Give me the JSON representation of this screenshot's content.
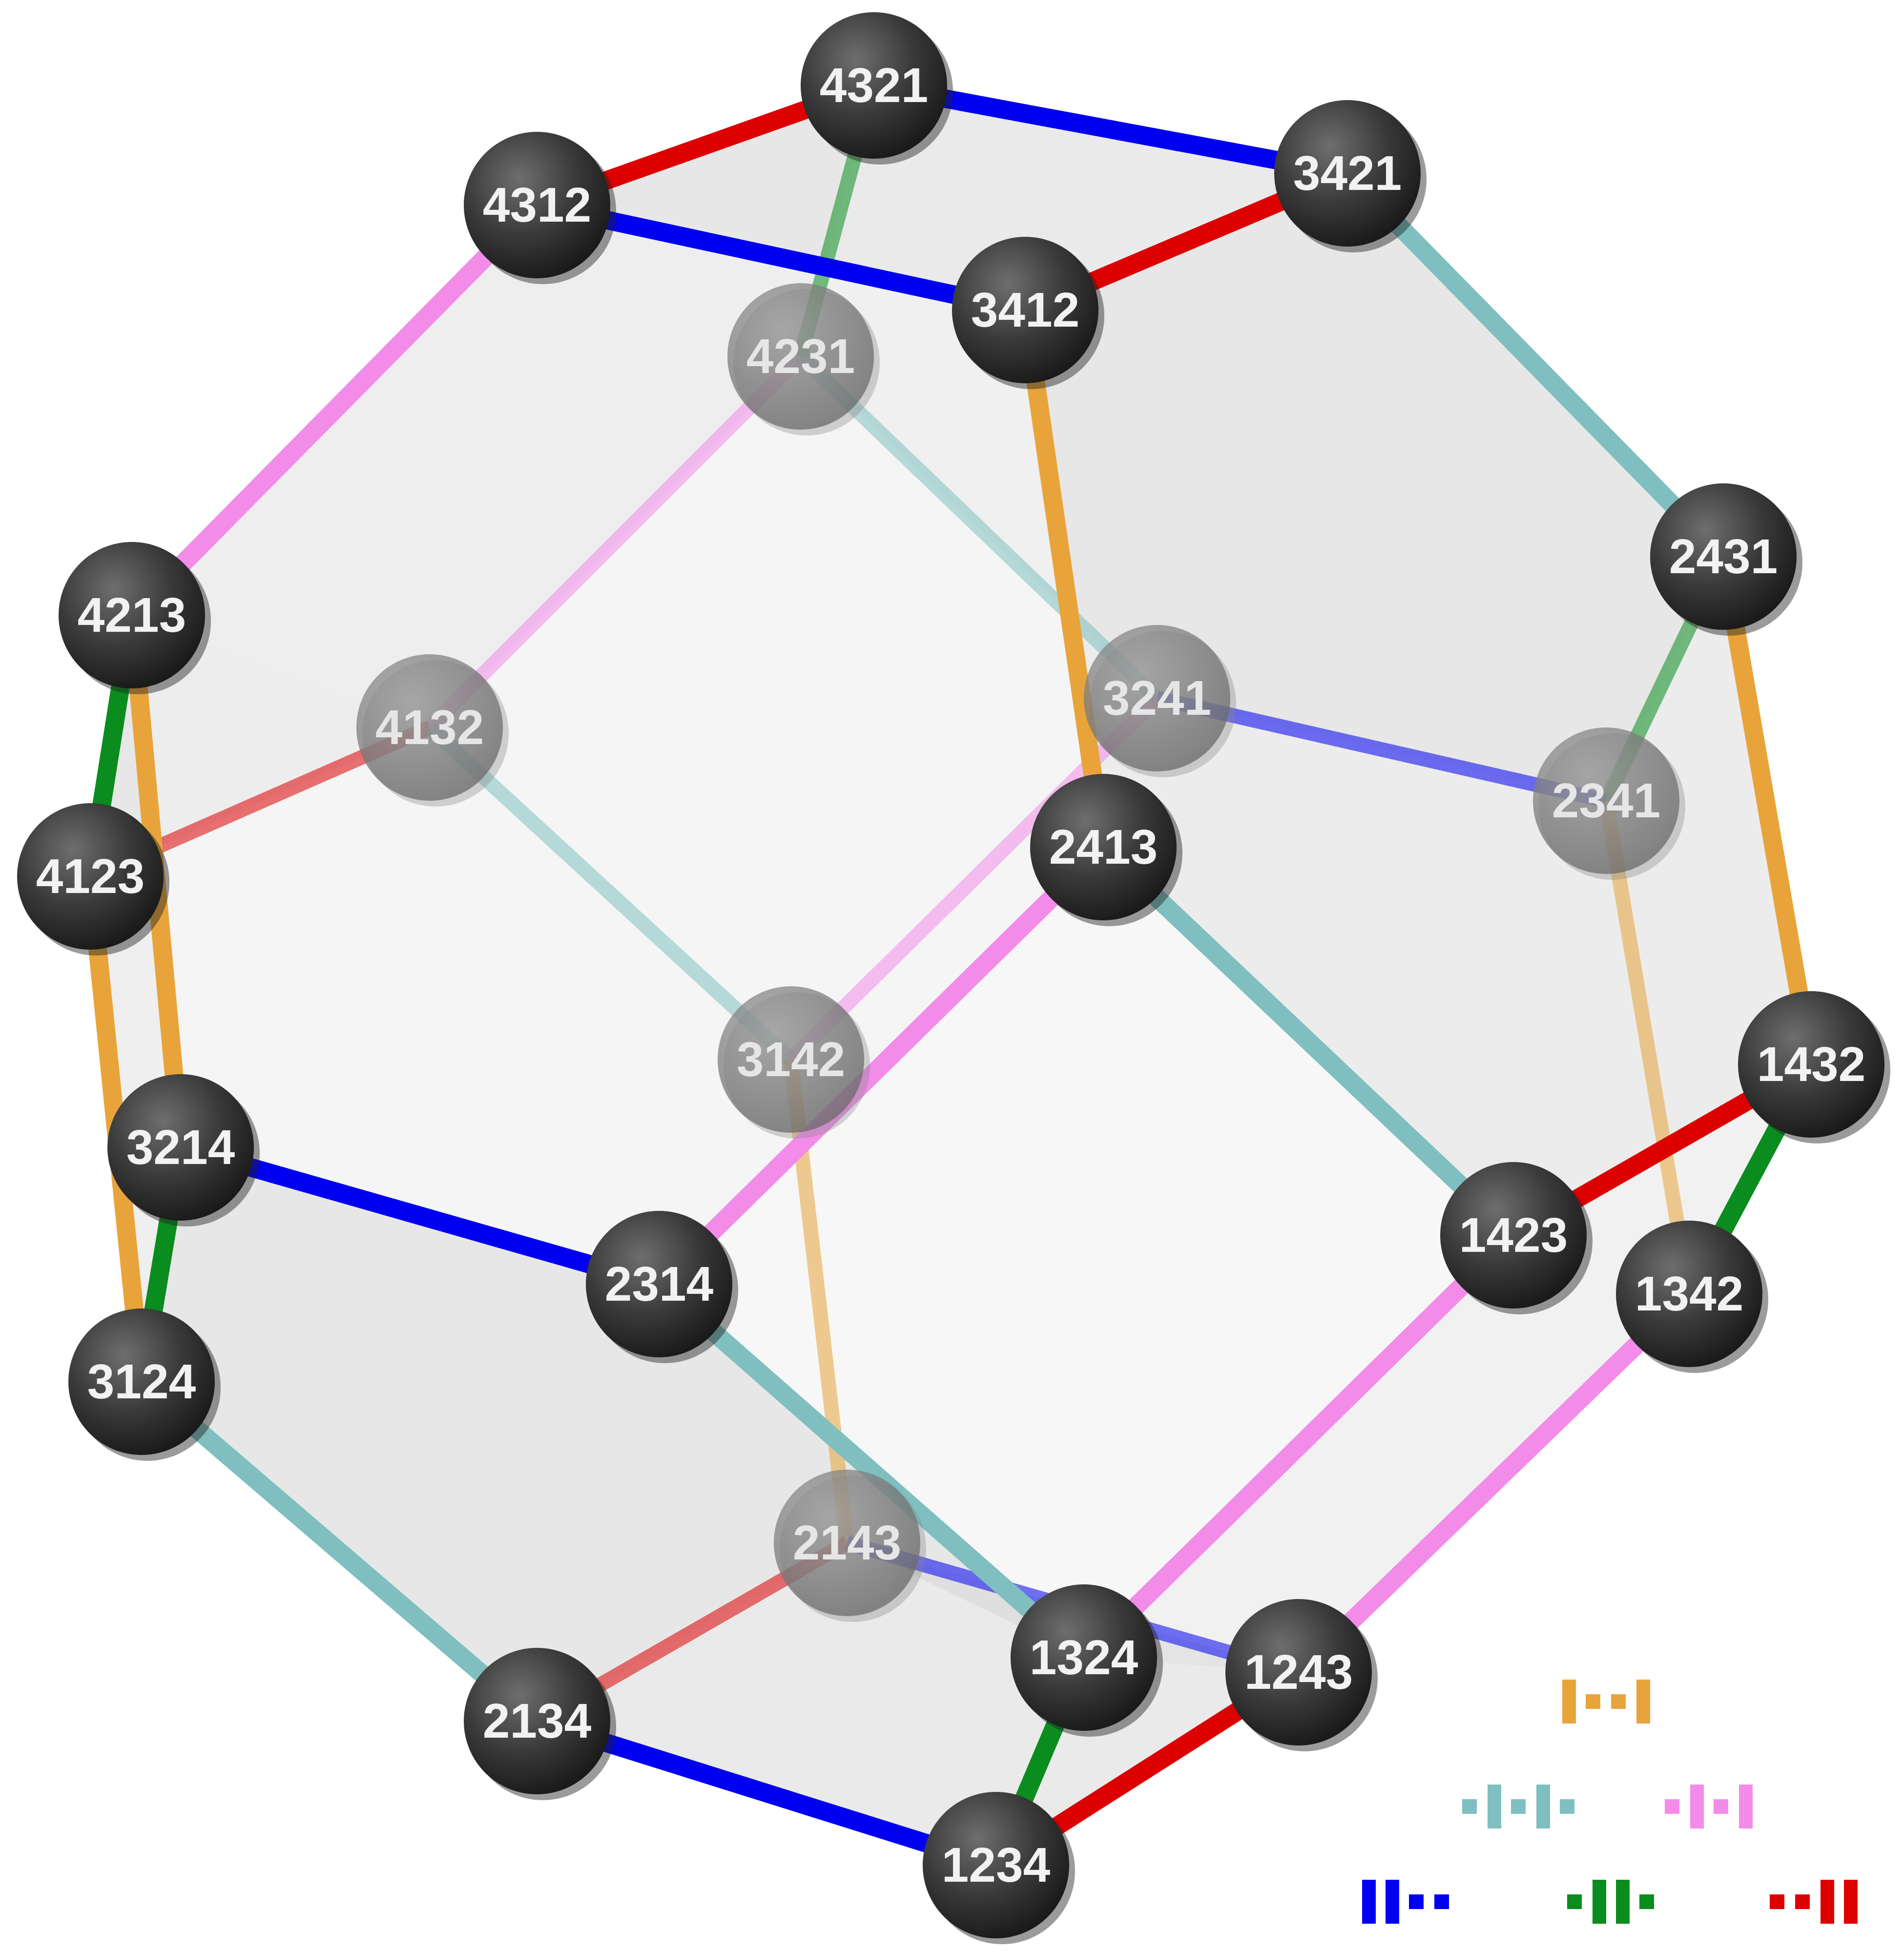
{
  "diagram": {
    "colors": {
      "orange": "#E8A43A",
      "teal": "#7FBFBF",
      "pink": "#F28CE8",
      "blue": "#0000F0",
      "green": "#0A8C1E",
      "red": "#DC0000",
      "node": "#3A3A3A",
      "face": "#C8C8C8"
    },
    "nodes": [
      {
        "id": "4321",
        "back": false
      },
      {
        "id": "3421",
        "back": false
      },
      {
        "id": "4312",
        "back": false
      },
      {
        "id": "3412",
        "back": false
      },
      {
        "id": "4231",
        "back": true
      },
      {
        "id": "4213",
        "back": false
      },
      {
        "id": "4132",
        "back": true
      },
      {
        "id": "3241",
        "back": true
      },
      {
        "id": "2431",
        "back": false
      },
      {
        "id": "2341",
        "back": true
      },
      {
        "id": "4123",
        "back": false
      },
      {
        "id": "2413",
        "back": false
      },
      {
        "id": "3142",
        "back": true
      },
      {
        "id": "3214",
        "back": false
      },
      {
        "id": "1432",
        "back": false
      },
      {
        "id": "1423",
        "back": false
      },
      {
        "id": "2314",
        "back": false
      },
      {
        "id": "1342",
        "back": false
      },
      {
        "id": "3124",
        "back": false
      },
      {
        "id": "2143",
        "back": true
      },
      {
        "id": "1324",
        "back": false
      },
      {
        "id": "1243",
        "back": false
      },
      {
        "id": "2134",
        "back": false
      },
      {
        "id": "1234",
        "back": false
      }
    ],
    "edges": [
      {
        "a": "4321",
        "b": "3421",
        "color": "blue"
      },
      {
        "a": "4321",
        "b": "4312",
        "color": "red"
      },
      {
        "a": "4321",
        "b": "4231",
        "color": "green"
      },
      {
        "a": "4312",
        "b": "3412",
        "color": "blue"
      },
      {
        "a": "4312",
        "b": "4213",
        "color": "pink"
      },
      {
        "a": "3421",
        "b": "3412",
        "color": "red"
      },
      {
        "a": "3421",
        "b": "2431",
        "color": "teal"
      },
      {
        "a": "3412",
        "b": "2413",
        "color": "orange"
      },
      {
        "a": "4231",
        "b": "4132",
        "color": "pink"
      },
      {
        "a": "4231",
        "b": "3241",
        "color": "teal"
      },
      {
        "a": "4213",
        "b": "4123",
        "color": "green"
      },
      {
        "a": "4213",
        "b": "3214",
        "color": "orange"
      },
      {
        "a": "4132",
        "b": "4123",
        "color": "red"
      },
      {
        "a": "4132",
        "b": "3142",
        "color": "teal"
      },
      {
        "a": "3241",
        "b": "2341",
        "color": "blue"
      },
      {
        "a": "3241",
        "b": "3142",
        "color": "pink"
      },
      {
        "a": "2431",
        "b": "2341",
        "color": "green"
      },
      {
        "a": "2431",
        "b": "1432",
        "color": "orange"
      },
      {
        "a": "2341",
        "b": "1342",
        "color": "orange"
      },
      {
        "a": "4123",
        "b": "3124",
        "color": "orange"
      },
      {
        "a": "2413",
        "b": "2314",
        "color": "pink"
      },
      {
        "a": "2413",
        "b": "1423",
        "color": "teal"
      },
      {
        "a": "3142",
        "b": "2143",
        "color": "orange"
      },
      {
        "a": "3214",
        "b": "2314",
        "color": "blue"
      },
      {
        "a": "3214",
        "b": "3124",
        "color": "green"
      },
      {
        "a": "1432",
        "b": "1423",
        "color": "red"
      },
      {
        "a": "1432",
        "b": "1342",
        "color": "green"
      },
      {
        "a": "1423",
        "b": "1324",
        "color": "pink"
      },
      {
        "a": "2314",
        "b": "1324",
        "color": "teal"
      },
      {
        "a": "1342",
        "b": "1243",
        "color": "pink"
      },
      {
        "a": "3124",
        "b": "2134",
        "color": "teal"
      },
      {
        "a": "2143",
        "b": "1243",
        "color": "blue"
      },
      {
        "a": "2143",
        "b": "2134",
        "color": "red"
      },
      {
        "a": "1324",
        "b": "1234",
        "color": "green"
      },
      {
        "a": "1243",
        "b": "1234",
        "color": "red"
      },
      {
        "a": "2134",
        "b": "1234",
        "color": "blue"
      }
    ],
    "legend": [
      {
        "name": "legend-orange",
        "color": "orange",
        "pattern": "I..I"
      },
      {
        "name": "legend-teal",
        "color": "teal",
        "pattern": ".I.I."
      },
      {
        "name": "legend-pink",
        "color": "pink",
        "pattern": ".I.I"
      },
      {
        "name": "legend-blue",
        "color": "blue",
        "pattern": "II.."
      },
      {
        "name": "legend-green",
        "color": "green",
        "pattern": ".II."
      },
      {
        "name": "legend-red",
        "color": "red",
        "pattern": "..II"
      }
    ]
  }
}
